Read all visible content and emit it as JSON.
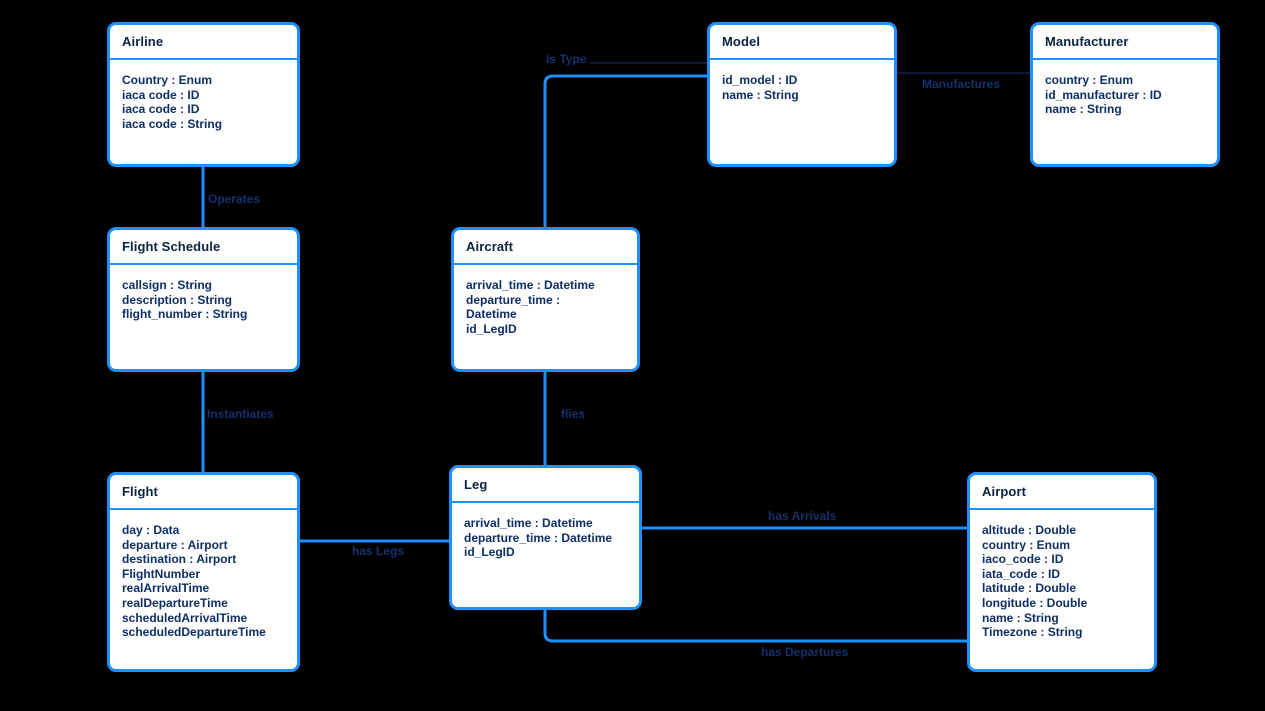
{
  "diagram": {
    "colors": {
      "background": "#000000",
      "accent_blue": "#1e90ff",
      "dark_edge": "#0e2450",
      "entity_fill": "#ffffff",
      "title_text": "#0a2342",
      "attribute_text": "#0e2e66",
      "edge_label_text": "#14316f"
    },
    "entities": {
      "airline": {
        "title": "Airline",
        "attributes": [
          "Country : Enum",
          "iaca code : ID",
          "iaca code : ID",
          "iaca code : String"
        ]
      },
      "model": {
        "title": "Model",
        "attributes": [
          "id_model : ID",
          "name : String"
        ]
      },
      "manufacturer": {
        "title": "Manufacturer",
        "attributes": [
          "country : Enum",
          "id_manufacturer : ID",
          "name : String"
        ]
      },
      "flight_schedule": {
        "title": "Flight Schedule",
        "attributes": [
          "callsign : String",
          "description : String",
          "flight_number : String"
        ]
      },
      "aircraft": {
        "title": "Aircraft",
        "attributes": [
          "arrival_time : Datetime",
          "departure_time :",
          "Datetime",
          "id_LegID"
        ]
      },
      "flight": {
        "title": "Flight",
        "attributes": [
          "day : Data",
          "departure : Airport",
          "destination : Airport",
          "FlightNumber",
          "realArrivalTime",
          "realDepartureTime",
          "scheduledArrivalTime",
          "scheduledDepartureTime"
        ]
      },
      "leg": {
        "title": "Leg",
        "attributes": [
          "arrival_time : Datetime",
          "departure_time : Datetime",
          "id_LegID"
        ]
      },
      "airport": {
        "title": "Airport",
        "attributes": [
          "altitude : Double",
          "country : Enum",
          "iaco_code : ID",
          "iata_code : ID",
          "latitude : Double",
          "longitude : Double",
          "name : String",
          "Timezone : String"
        ]
      }
    },
    "relationships": {
      "operates": {
        "label": "Operates",
        "from": "Airline",
        "to": "Flight Schedule"
      },
      "instantiates": {
        "label": "Instantiates",
        "from": "Flight Schedule",
        "to": "Flight"
      },
      "is_type": {
        "label": "is Type",
        "from": "Aircraft",
        "to": "Model"
      },
      "manufactures": {
        "label": "Manufactures",
        "from": "Model",
        "to": "Manufacturer"
      },
      "flies": {
        "label": "flies",
        "from": "Aircraft",
        "to": "Leg"
      },
      "has_legs": {
        "label": "has Legs",
        "from": "Flight",
        "to": "Leg"
      },
      "has_arrivals": {
        "label": "has Arrivals",
        "from": "Leg",
        "to": "Airport"
      },
      "has_departures": {
        "label": "has Departures",
        "from": "Leg",
        "to": "Airport"
      }
    }
  }
}
